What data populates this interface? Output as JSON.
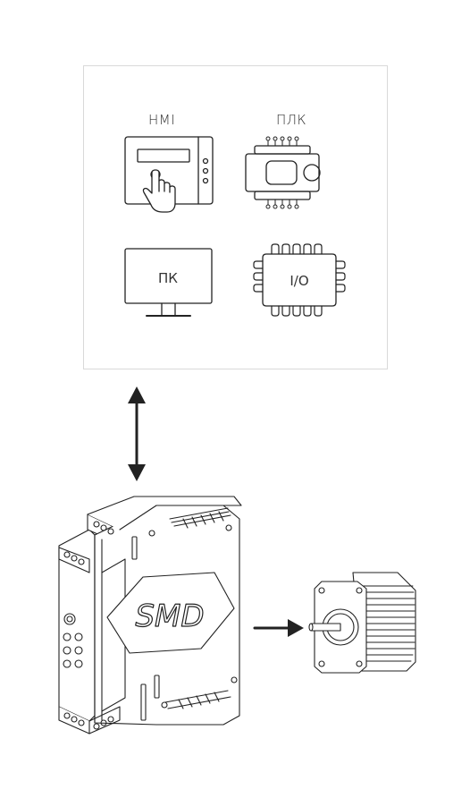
{
  "panel": {
    "hmi_label": "HMI",
    "plc_label": "ПЛК",
    "pc_label": "ПК",
    "io_label": "I/O"
  },
  "driver": {
    "brand": "SMD"
  }
}
